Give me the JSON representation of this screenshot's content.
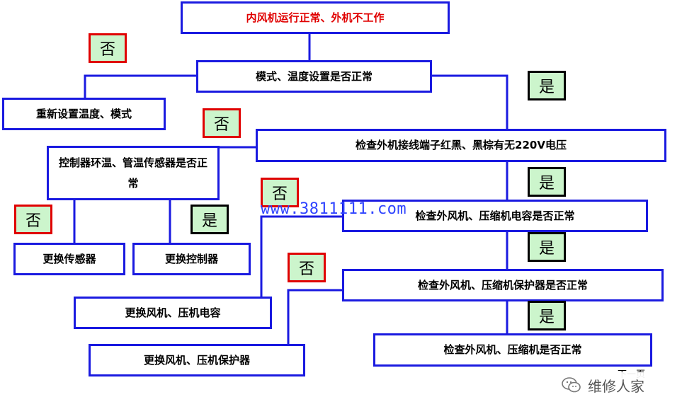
{
  "boxes": {
    "b0": "内风机运行正常、外机不工作",
    "b1": "模式、温度设置是否正常",
    "b2": "重新设置温度、模式",
    "b3": "检查外机接线端子红黑、黑棕有无220V电压",
    "b4": "控制器环温、管温传感器是否正常",
    "b5": "更换传感器",
    "b6": "更换控制器",
    "b7": "检查外风机、压缩机电容是否正常",
    "b8": "更换风机、压机电容",
    "b9": "检查外风机、压缩机保护器是否正常",
    "b10": "更换风机、压机保护器",
    "b11": "检查外风机、压缩机是否正常"
  },
  "tags": {
    "no": "否",
    "yes": "是"
  },
  "watermark": "www.3811111.com",
  "next_page": "下一页",
  "brand": {
    "name": "维修人家",
    "icon": "wechat-icon"
  },
  "colors": {
    "box_border": "#1a1ae0",
    "title_text": "#e00000",
    "no_border": "#e00000",
    "yes_border": "#000000",
    "tag_fill": "#ccf5cc",
    "connector": "#1a1ae0"
  }
}
